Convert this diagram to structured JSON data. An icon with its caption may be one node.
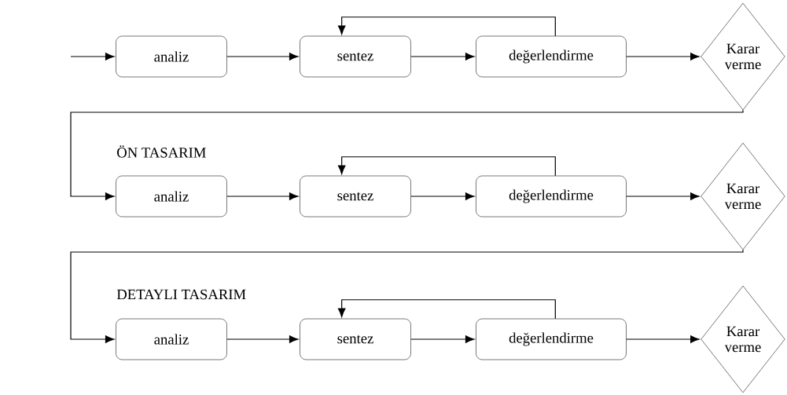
{
  "diagram": {
    "nodes": [
      {
        "text": [
          "analiz"
        ]
      },
      {
        "text": [
          "sentez"
        ]
      },
      {
        "text": [
          "değerlendirme"
        ]
      },
      {
        "text": [
          "Karar verme"
        ]
      },
      {
        "text": [
          "analiz"
        ]
      },
      {
        "text": [
          "sentez"
        ]
      },
      {
        "text": [
          "değerlendirme"
        ]
      },
      {
        "text": [
          "Karar verme"
        ]
      },
      {
        "text": [
          "analiz"
        ]
      },
      {
        "text": [
          "sentez"
        ]
      },
      {
        "text": [
          "değerlendirme"
        ]
      },
      {
        "text": [
          "Karar verme"
        ]
      }
    ],
    "edges": [
      {
        "from": null,
        "to": 0,
        "arrow": "to"
      },
      {
        "from": 0,
        "to": 1,
        "arrow": "to"
      },
      {
        "from": 1,
        "to": 2,
        "arrow": "to"
      },
      {
        "from": 2,
        "to": 1,
        "arrow": "to"
      },
      {
        "from": 2,
        "to": 3,
        "arrow": "to"
      },
      {
        "from": 3,
        "to": 4,
        "arrow": "to"
      },
      {
        "from": 4,
        "to": 5,
        "arrow": "to"
      },
      {
        "from": 5,
        "to": 6,
        "arrow": "to"
      },
      {
        "from": 6,
        "to": 5,
        "arrow": "to"
      },
      {
        "from": 6,
        "to": 7,
        "arrow": "to"
      },
      {
        "from": 7,
        "to": 8,
        "arrow": "to"
      },
      {
        "from": 8,
        "to": 9,
        "arrow": "to"
      },
      {
        "from": 9,
        "to": 10,
        "arrow": "to"
      },
      {
        "from": 10,
        "to": 9,
        "arrow": "to"
      },
      {
        "from": 10,
        "to": 11,
        "arrow": "to"
      }
    ],
    "labels": [
      "ÖN TASARIM",
      "DETAYLI TASARIM"
    ]
  }
}
